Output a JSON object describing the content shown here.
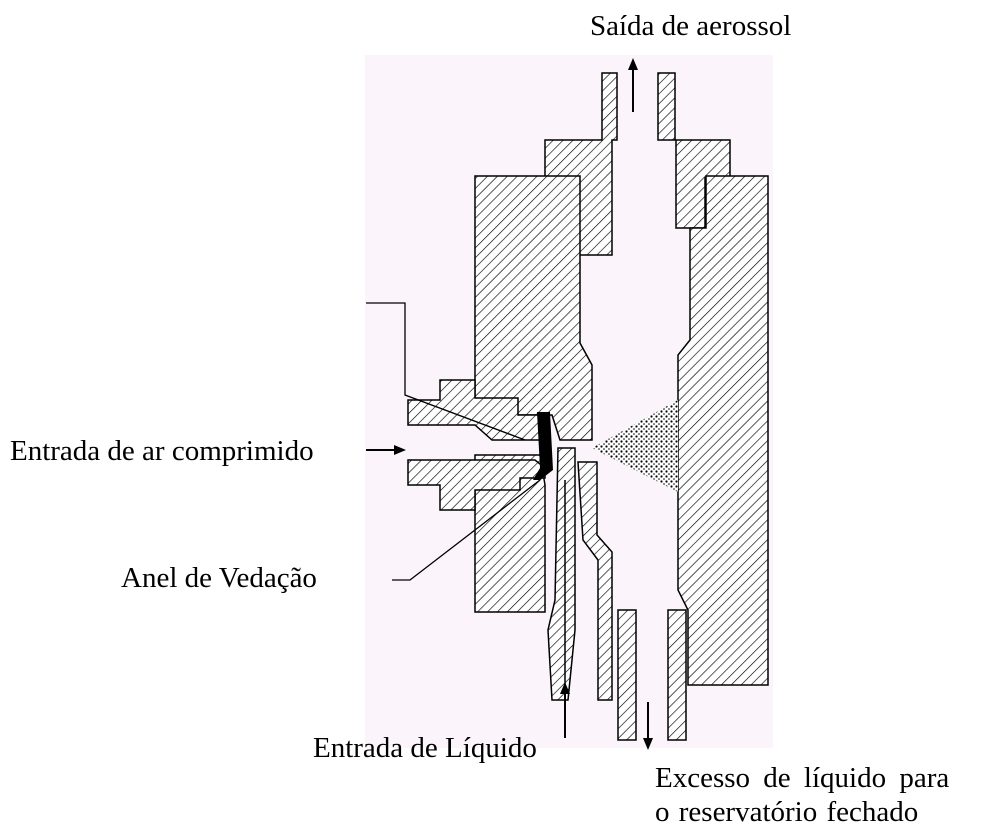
{
  "labels": {
    "aerosol_outlet": "Saída de aerossol",
    "air_inlet": "Entrada de ar comprimido",
    "sealing_ring": "Anel de Vedação",
    "liquid_inlet": "Entrada de Líquido",
    "excess_line1": "Excesso de líquido para",
    "excess_line2": "o reservatório fechado"
  },
  "colors": {
    "background": "#ffffff",
    "panel": "#fbf4fb",
    "outline": "#000000",
    "hatch": "#000000"
  }
}
